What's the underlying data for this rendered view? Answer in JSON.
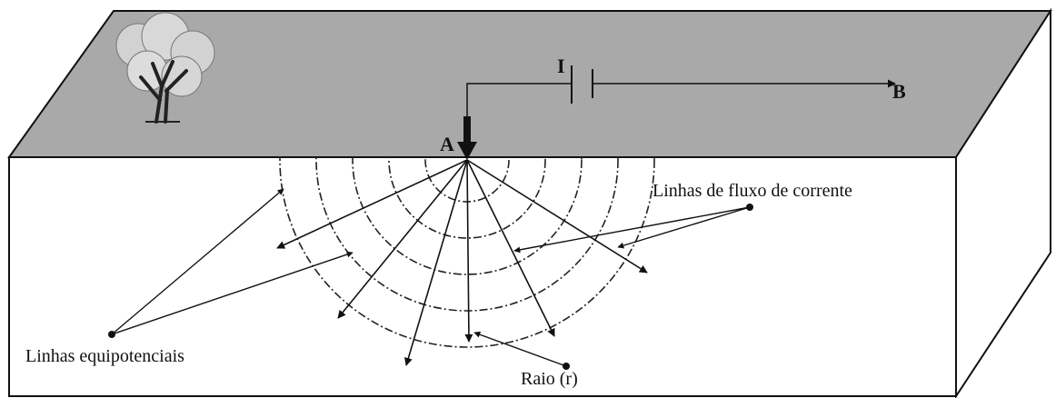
{
  "labels": {
    "current_I": "I",
    "electrode_A": "A",
    "electrode_B": "B",
    "flow_lines": "Linhas de fluxo de corrente",
    "equipotential_lines": "Linhas equipotenciais",
    "radius": "Raio (r)"
  },
  "colors": {
    "surface": "#a9a9a9",
    "ink": "#111111",
    "body_fill": "#ffffff",
    "foliage": "#cfcfcf"
  },
  "icons": [
    "tree-icon",
    "battery-icon",
    "electrode-arrow-icon"
  ]
}
